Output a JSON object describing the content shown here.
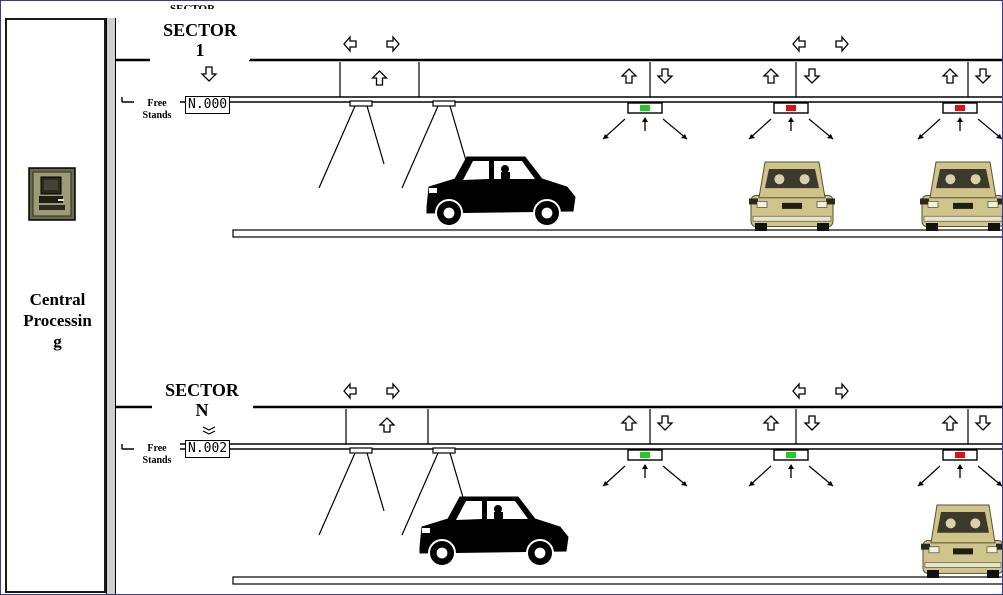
{
  "central_processing": {
    "label_lines": [
      "Central",
      "Processin",
      "g"
    ]
  },
  "sectors": [
    {
      "title_line1": "SECTOR",
      "title_line2": "1",
      "overline_text": "SECTOR",
      "free_stands_line1": "Free",
      "free_stands_line2": "Stands",
      "counter": "N.000",
      "stall_lights": [
        "green",
        "red",
        "red"
      ]
    },
    {
      "title_line1": "SECTOR",
      "title_line2": "N",
      "overline_text": "",
      "free_stands_line1": "Free",
      "free_stands_line2": "Stands",
      "counter": "N.002",
      "stall_lights": [
        "green",
        "green",
        "red"
      ]
    }
  ],
  "colors": {
    "green_light": "#22cc22",
    "red_light": "#dd1111",
    "parked_car_body": "#cfc48a",
    "moving_car_body": "#000000",
    "frame": "#3a3a8a",
    "rail": "#cfcfcf"
  },
  "icons": [
    "computer-terminal-icon",
    "entry-exit-arrows-icon",
    "up-arrow-icon",
    "down-arrow-icon",
    "ultrasonic-sensor-icon",
    "stall-indicator-light-icon",
    "moving-car-icon",
    "parked-car-icon"
  ]
}
